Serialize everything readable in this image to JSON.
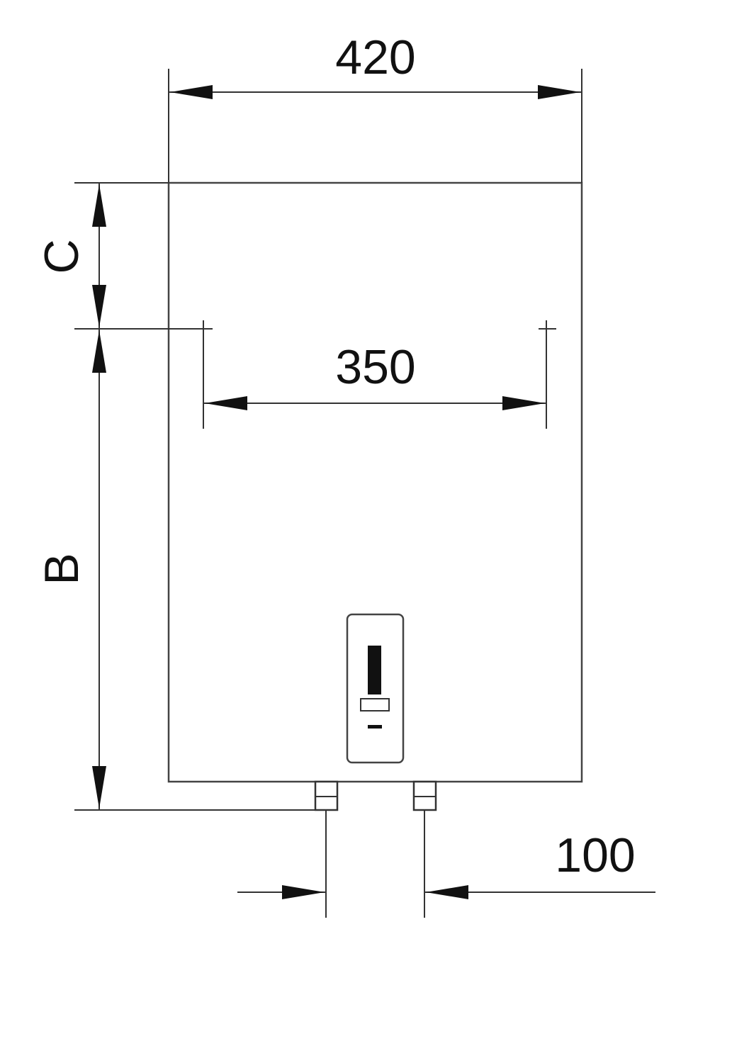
{
  "dimensions": {
    "width_total": "420",
    "mount_spacing": "350",
    "pipe_spacing": "100",
    "top_offset": "C",
    "height_to_pipes": "B"
  },
  "colors": {
    "line": "#333333",
    "fill": "#ffffff"
  }
}
